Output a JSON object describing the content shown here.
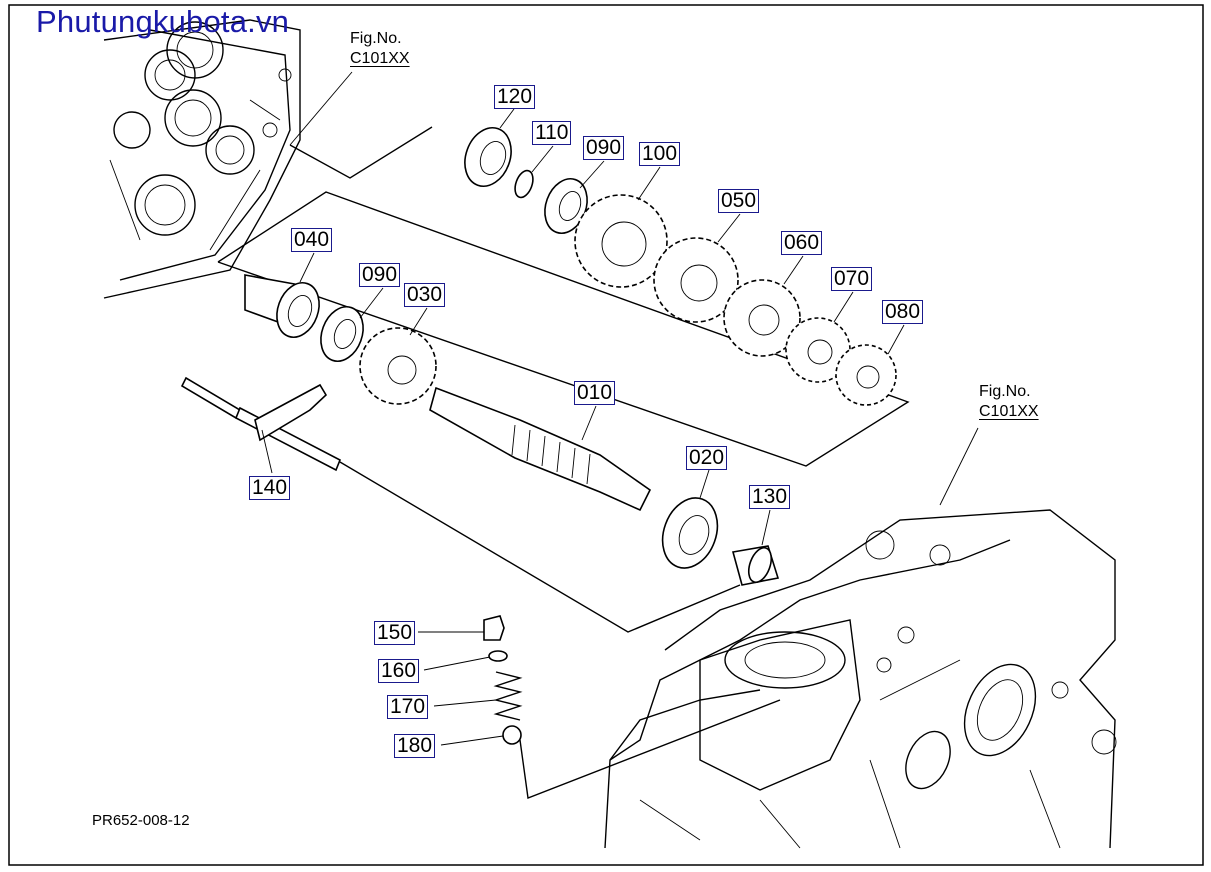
{
  "watermark": "Phutungkubota.vn",
  "figure_refs": [
    {
      "label": "Fig.No.",
      "code": "C101XX"
    },
    {
      "label": "Fig.No.",
      "code": "C101XX"
    }
  ],
  "callouts": [
    "120",
    "110",
    "090",
    "100",
    "050",
    "040",
    "090",
    "030",
    "060",
    "070",
    "080",
    "010",
    "140",
    "020",
    "130",
    "150",
    "160",
    "170",
    "180"
  ],
  "drawing_id": "PR652-008-12"
}
